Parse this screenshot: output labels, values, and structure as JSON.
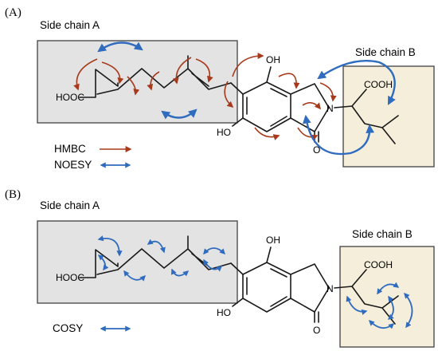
{
  "panel_a": {
    "label": "(A)",
    "side_chain_a": "Side chain A",
    "side_chain_b": "Side chain B",
    "atoms": {
      "hooc": "HOOC",
      "oh_top": "OH",
      "ho_bottom": "HO",
      "o_carbonyl": "O",
      "n": "N",
      "cooh": "COOH"
    },
    "legend": [
      {
        "label": "HMBC",
        "color": "#a83a1c",
        "arrow": "single"
      },
      {
        "label": "NOESY",
        "color": "#2f6bbf",
        "arrow": "double"
      }
    ]
  },
  "panel_b": {
    "label": "(B)",
    "side_chain_a": "Side chain A",
    "side_chain_b": "Side chain B",
    "atoms": {
      "hooc": "HOOC",
      "oh_top": "OH",
      "ho_bottom": "HO",
      "o_carbonyl": "O",
      "n": "N",
      "cooh": "COOH"
    },
    "legend": [
      {
        "label": "COSY",
        "color": "#2f6bbf",
        "arrow": "double"
      }
    ]
  }
}
